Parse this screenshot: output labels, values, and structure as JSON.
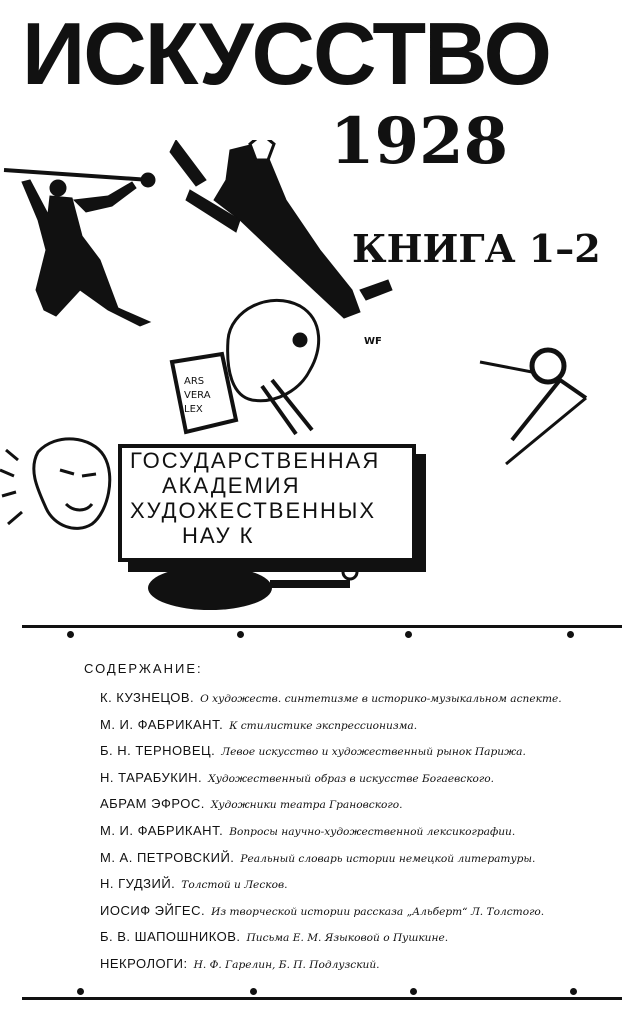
{
  "masthead": {
    "title": "ИСКУССТВО",
    "year": "1928",
    "book": "КНИГА 1–2"
  },
  "illustration": {
    "book_inscription": [
      "ARS",
      "VERA",
      "LEX"
    ],
    "monogram": "WF",
    "academy_sign": [
      "ГОСУДАРСТВЕННАЯ",
      "АКАДЕМИЯ",
      "ХУДОЖЕСТВЕННЫХ",
      "НАУ К"
    ]
  },
  "contents": {
    "heading": "СОДЕРЖАНИЕ:",
    "items": [
      {
        "author": "К. КУЗНЕЦОВ.",
        "title": "О художеств. синтетизме в историко-музыкальном аспекте."
      },
      {
        "author": "М. И. ФАБРИКАНТ.",
        "title": "К стилистике экспрессионизма."
      },
      {
        "author": "Б. Н. ТЕРНОВЕЦ.",
        "title": "Левое искусство и художественный рынок Парижа."
      },
      {
        "author": "Н. ТАРАБУКИН.",
        "title": "Художественный образ в искусстве Богаевского."
      },
      {
        "author": "АБРАМ ЭФРОС.",
        "title": "Художники театра Грановского."
      },
      {
        "author": "М. И. ФАБРИКАНТ.",
        "title": "Вопросы научно-художественной лексикографии."
      },
      {
        "author": "М. А. ПЕТРОВСКИЙ.",
        "title": "Реальный словарь истории немецкой литературы."
      },
      {
        "author": "Н. ГУДЗИЙ.",
        "title": "Толстой и Лесков."
      },
      {
        "author": "ИОСИФ ЭЙГЕС.",
        "title": "Из творческой истории рассказа „Альберт“ Л. Толстого."
      },
      {
        "author": "Б. В. ШАПОШНИКОВ.",
        "title": "Письма Е. М. Языковой о Пушкине."
      },
      {
        "author": "НЕКРОЛОГИ:",
        "title": "Н. Ф. Гарелин, Б. П. Подлузский."
      }
    ]
  }
}
